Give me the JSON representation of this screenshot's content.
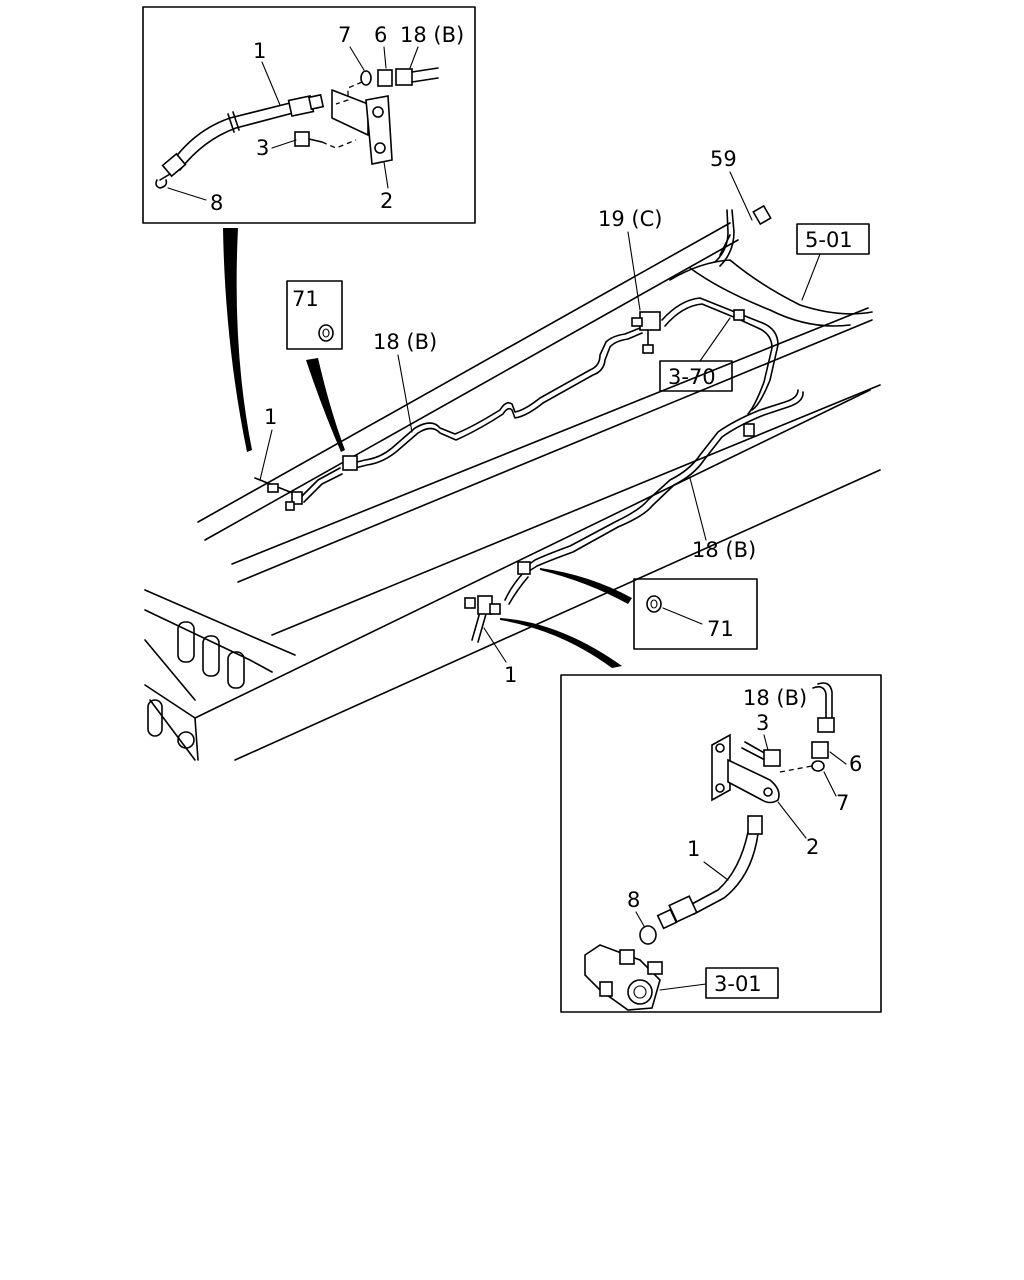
{
  "callouts": {
    "top_left_inset": {
      "hose": "1",
      "washer": "7",
      "nut": "6",
      "pipe": "18 (B)",
      "bolt": "3",
      "clip": "8",
      "bracket": "2"
    },
    "main": {
      "pipe_end": "59",
      "tee": "19 (C)",
      "pipe_upper": "18 (B)",
      "pipe_lower": "18 (B)",
      "hose_left": "1",
      "hose_right": "1",
      "clip_upper": "71",
      "clip_lower": "71"
    },
    "bottom_right_inset": {
      "pipe": "18 (B)",
      "bolt": "3",
      "nut": "6",
      "washer": "7",
      "bracket": "2",
      "hose": "1",
      "clip": "8"
    }
  },
  "references": {
    "frame": "5-01",
    "valve": "3-70",
    "wheel_cylinder": "3-01"
  }
}
